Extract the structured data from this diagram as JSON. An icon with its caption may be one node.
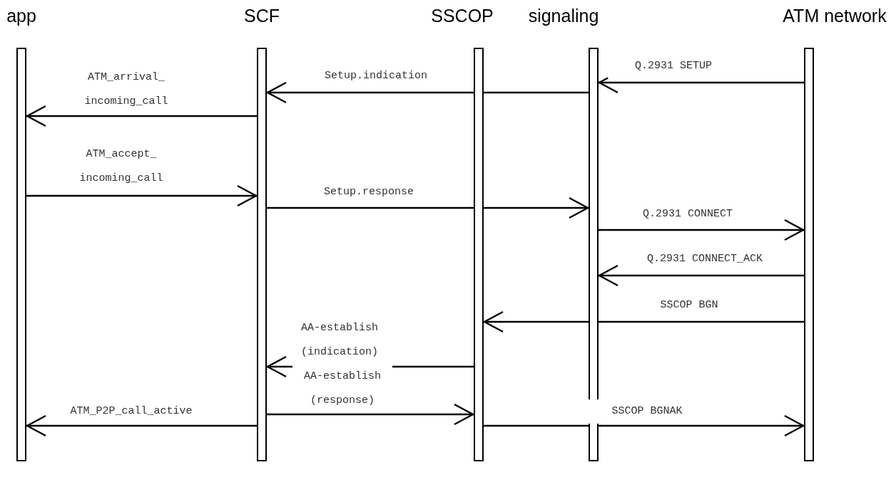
{
  "diagram": {
    "nodes": [
      {
        "text": [
          "app"
        ]
      },
      {
        "text": [
          "SCF"
        ]
      },
      {
        "text": [
          "SSCOP"
        ]
      },
      {
        "text": [
          "signaling"
        ]
      },
      {
        "text": [
          "ATM network"
        ]
      }
    ],
    "edges": [
      {
        "from": 4,
        "to": 3,
        "arrow": "to",
        "label": "Q.2931 SETUP"
      },
      {
        "from": 3,
        "to": 1,
        "arrow": "to",
        "label": "Setup.indication"
      },
      {
        "from": 1,
        "to": 0,
        "arrow": "to",
        "label": "ATM_arrival_ incoming_call"
      },
      {
        "from": 0,
        "to": 1,
        "arrow": "to",
        "label": "ATM_accept_ incoming_call"
      },
      {
        "from": 1,
        "to": 3,
        "arrow": "to",
        "label": "Setup.response"
      },
      {
        "from": 3,
        "to": 4,
        "arrow": "to",
        "label": "Q.2931 CONNECT"
      },
      {
        "from": 4,
        "to": 3,
        "arrow": "to",
        "label": "Q.2931 CONNECT_ACK"
      },
      {
        "from": 4,
        "to": 2,
        "arrow": "to",
        "label": "SSCOP BGN"
      },
      {
        "from": 2,
        "to": 1,
        "arrow": "to",
        "label": "AA-establish (indication)"
      },
      {
        "from": 1,
        "to": 0,
        "arrow": "to",
        "label": "ATM_P2P_call_active"
      },
      {
        "from": 1,
        "to": 2,
        "arrow": "to",
        "label": "AA-establish (response)"
      },
      {
        "from": 2,
        "to": 4,
        "arrow": "to",
        "label": "SSCOP BGNAK"
      }
    ]
  }
}
